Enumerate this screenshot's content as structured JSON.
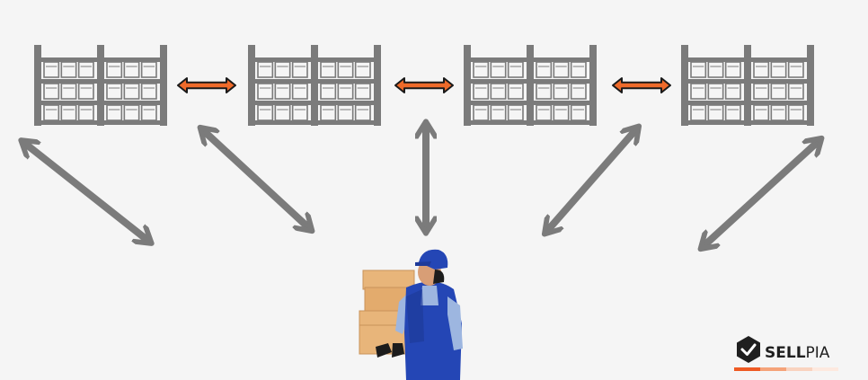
{
  "brand": {
    "name": "SELLPIA",
    "name_part_bold": "SELL",
    "name_part_light": "PIA",
    "icon": "checkmark-hexagon-logo"
  },
  "diagram": {
    "shelves": [
      {
        "id": "rack-1"
      },
      {
        "id": "rack-2"
      },
      {
        "id": "rack-3"
      },
      {
        "id": "rack-4"
      }
    ],
    "shelf_links": [
      {
        "from": "rack-1",
        "to": "rack-2"
      },
      {
        "from": "rack-2",
        "to": "rack-3"
      },
      {
        "from": "rack-3",
        "to": "rack-4"
      }
    ],
    "worker_links": [
      "rack-1",
      "rack-2",
      "rack-3",
      "rack-4",
      "beyond-rack-4"
    ],
    "worker": {
      "icon": "warehouse-worker-carrying-boxes"
    }
  },
  "colors": {
    "background": "#f5f5f5",
    "shelf": "#7b7b7b",
    "worker_arrow": "#7b7b7b",
    "shelf_arrow": "#ee6a2a",
    "shelf_arrow_outline": "#1a1a1a",
    "worker_uniform": "#2446b5",
    "worker_shirt": "#9db6e0",
    "box": "#e8b57a",
    "brand_dark": "#1f1f1f",
    "brand_stripe": [
      "#ee5a24",
      "#f5a37a",
      "#f9d3bf",
      "#fde9df"
    ]
  }
}
